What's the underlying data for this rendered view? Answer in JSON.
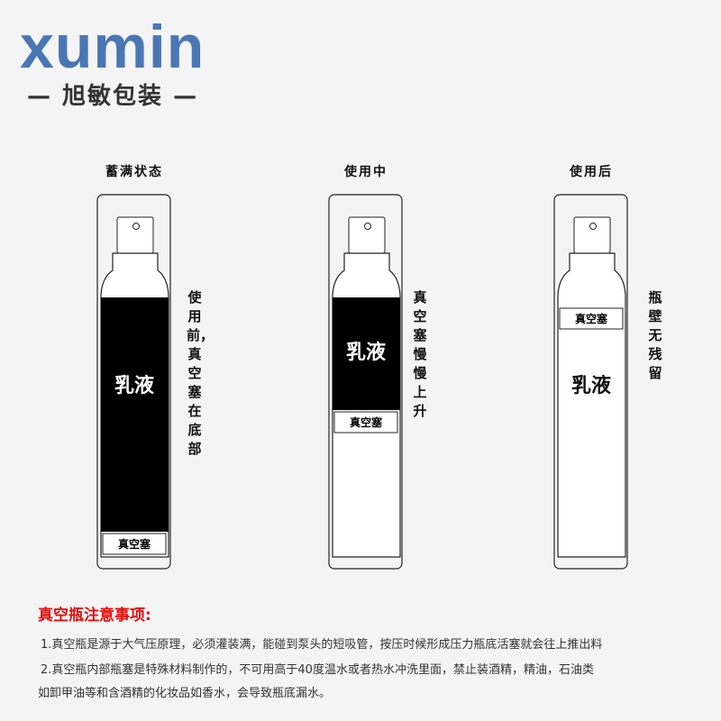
{
  "brand": {
    "logo": "xumin",
    "subtitle": "— 旭敏包装 —"
  },
  "stages": [
    {
      "title": "蓄满状态",
      "side": "使用前，真空塞在底部",
      "lotion": "乳液",
      "piston": "真空塞"
    },
    {
      "title": "使用中",
      "side": "真空塞慢慢上升",
      "lotion": "乳液",
      "piston": "真空塞"
    },
    {
      "title": "使用后",
      "side": "瓶壁无残留",
      "lotion": "乳液",
      "piston": "真空塞"
    }
  ],
  "notice": {
    "title": "真空瓶注意事项:",
    "lines": [
      "1.真空瓶是源于大气压原理，必须灌装满，能碰到泵头的短吸管，按压时候形成压力瓶底活塞就会往上推出料",
      "2.真空瓶内部瓶塞是特殊材料制作的，不可用高于40度温水或者热水冲洗里面，禁止装酒精，精油，石油类",
      "如卸甲油等和含酒精的化妆品如香水，会导致瓶底漏水。"
    ]
  },
  "colors": {
    "brand": "#4a77b4",
    "notice": "#e01010"
  }
}
